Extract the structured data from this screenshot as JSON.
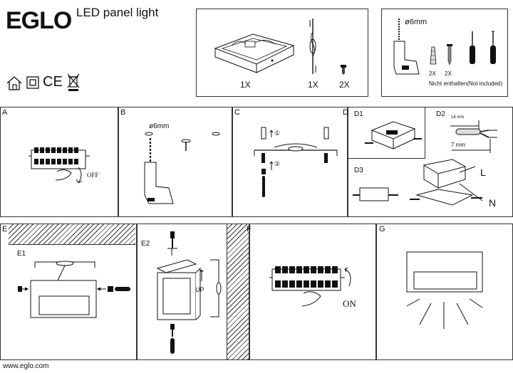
{
  "header": {
    "brand": "EGLO",
    "product_title": "LED panel light"
  },
  "contents": {
    "qty_panel": "1X",
    "qty_bracket": "1X",
    "qty_screw": "2X"
  },
  "tools": {
    "drill_size": "ø6mm",
    "qty_plug": "2X",
    "qty_screw": "2X",
    "not_included": "Nicht enthalten(Not included)"
  },
  "certifications": {
    "ce": "CE"
  },
  "steps": {
    "A": "A",
    "B": "B",
    "C": "C",
    "D": "D",
    "E": "E",
    "F": "F",
    "G": "G"
  },
  "step_a": {
    "off": "OFF"
  },
  "step_b": {
    "drill": "ø6mm"
  },
  "step_c": {
    "one": "①",
    "two": "②"
  },
  "step_d": {
    "d1": "D1",
    "d2": "D2",
    "d3": "D3",
    "strip_14": "14 mm",
    "strip_7": "7 mm",
    "live": "L",
    "neutral": "N"
  },
  "step_e": {
    "e1": "E1",
    "e2": "E2",
    "up": "UP"
  },
  "step_f": {
    "on": "ON"
  },
  "footer": {
    "url": "www.eglo.com"
  }
}
